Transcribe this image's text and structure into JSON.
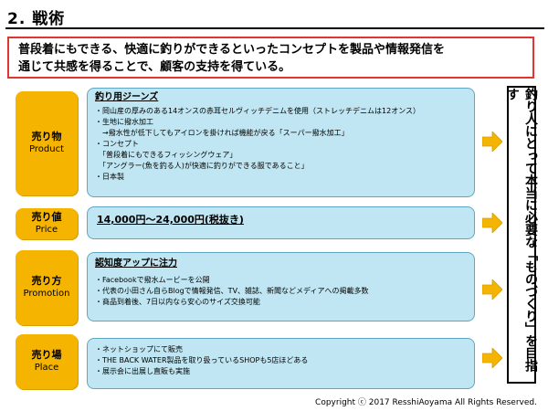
{
  "title": "2. 戦術",
  "concept": {
    "line1": "普段着にもできる、快適に釣りができるといったコンセプトを製品や情報発信を",
    "line2": "通じて共感を得ることで、顧客の支持を得ている。"
  },
  "sections": [
    {
      "label_jp": "売り物",
      "label_en": "Product",
      "heading": "釣り用ジーンズ",
      "lines": [
        "・岡山産の厚みのある14オンスの赤耳セルヴィッチデニムを使用（ストレッチデニムは12オンス）",
        "・生地に撥水加工",
        "　→撥水性が低下してもアイロンを掛ければ機能が戻る「スーパー撥水加工」",
        "・コンセプト",
        "　「普段着にもできるフィッシングウェア」",
        "　「アングラー(魚を釣る人)が快適に釣りができる服であること」",
        "・日本製"
      ]
    },
    {
      "label_jp": "売り値",
      "label_en": "Price",
      "price": "14,000円～24,000円(税抜き)"
    },
    {
      "label_jp": "売り方",
      "label_en": "Promotion",
      "heading": "認知度アップに注力",
      "lines": [
        "・Facebookで撥水ムービーを公開",
        "・代表の小田さん自らBlogで情報発信、TV、雑誌、新聞などメディアへの掲載多数",
        "・商品到着後、7日以内なら安心のサイズ交換可能"
      ]
    },
    {
      "label_jp": "売り場",
      "label_en": "Place",
      "lines": [
        "・ネットショップにて販売",
        "・THE BACK WATER製品を取り扱っているSHOPも5店ほどある",
        "・展示会に出展し直販も実施"
      ]
    }
  ],
  "vertical_statement": "釣り人にとって本当に必要な「ものづくり」を目指す",
  "copyright": "Copyright ⓒ 2017 ResshiAoyama All Rights Reserved.",
  "colors": {
    "label_bg": "#f5b400",
    "content_bg": "#bfe6f2",
    "content_border": "#5fa7c4",
    "concept_border": "#e3342f",
    "arrow": "#f5b400"
  }
}
